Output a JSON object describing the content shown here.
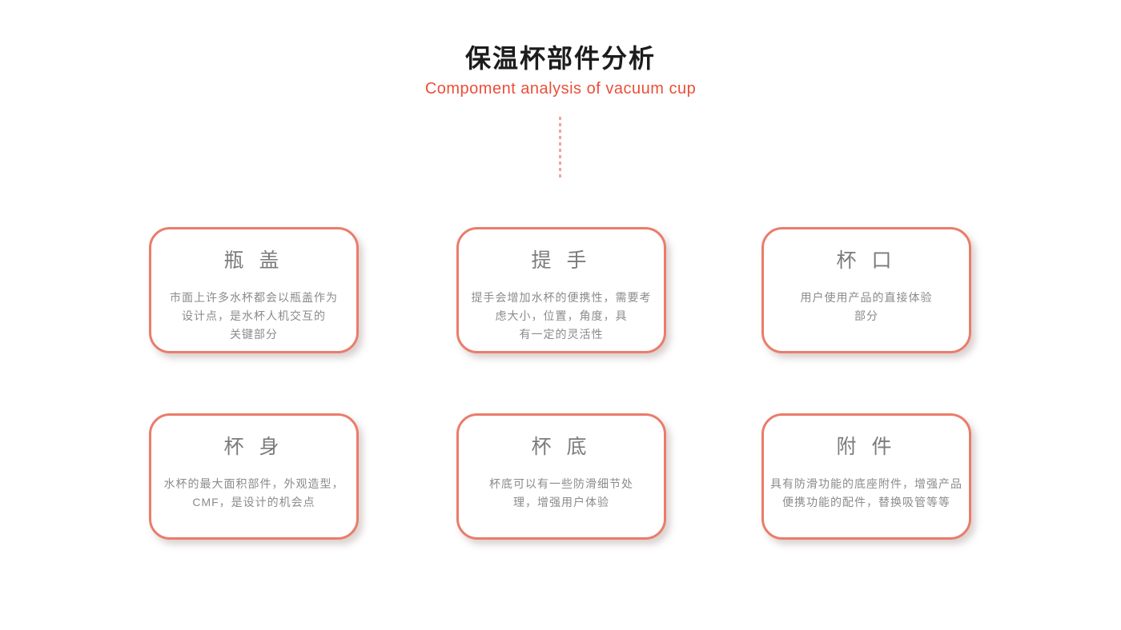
{
  "page": {
    "title": "保温杯部件分析",
    "subtitle": "Compoment analysis of vacuum cup"
  },
  "colors": {
    "card_border": "#ea7c6b",
    "subtitle_red": "#ea4f38",
    "dash_line": "#f2a49b",
    "title_black": "#1c1c1c",
    "card_title_gray": "#7b7b7b",
    "card_body_gray": "#8b8b8b"
  },
  "cards": [
    {
      "title": "瓶 盖",
      "body": "市面上许多水杯都会以瓶盖作为\n设计点，是水杯人机交互的\n关键部分"
    },
    {
      "title": "提 手",
      "body": "提手会增加水杯的便携性，需要考\n虑大小，位置，角度，具\n有一定的灵活性"
    },
    {
      "title": "杯 口",
      "body": "用户使用产品的直接体验\n部分"
    },
    {
      "title": "杯 身",
      "body": "水杯的最大面积部件，外观造型，\nCMF，是设计的机会点"
    },
    {
      "title": "杯 底",
      "body": "杯底可以有一些防滑细节处\n理，增强用户体验"
    },
    {
      "title": "附 件",
      "body": "具有防滑功能的底座附件，增强产品\n便携功能的配件，替换吸管等等"
    }
  ]
}
